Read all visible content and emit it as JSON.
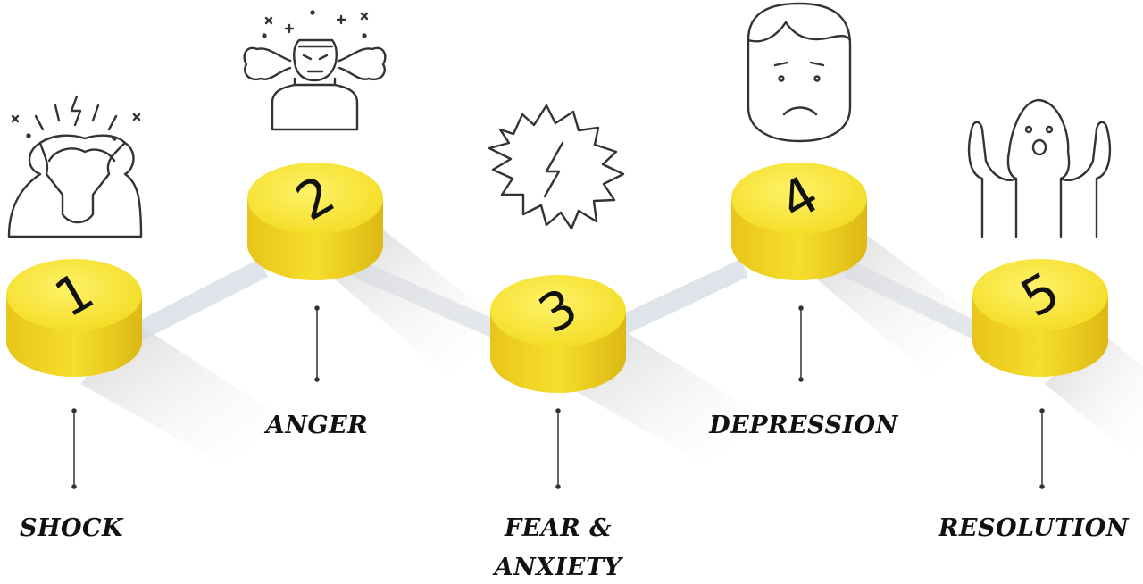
{
  "stages": [
    {
      "number": "1",
      "label": "SHOCK",
      "icon": "shocked-person-icon"
    },
    {
      "number": "2",
      "label": "ANGER",
      "icon": "angry-person-icon"
    },
    {
      "number": "3",
      "label": "FEAR &",
      "label2": "ANXIETY",
      "icon": "lightning-burst-icon"
    },
    {
      "number": "4",
      "label": "DEPRESSION",
      "icon": "sad-face-icon"
    },
    {
      "number": "5",
      "label": "RESOLUTION",
      "icon": "raised-arms-person-icon"
    }
  ],
  "colors": {
    "disc_top": "#f8e63a",
    "disc_side": "#e7c81c",
    "connector": "#dfe3ea",
    "outline": "#333333"
  }
}
